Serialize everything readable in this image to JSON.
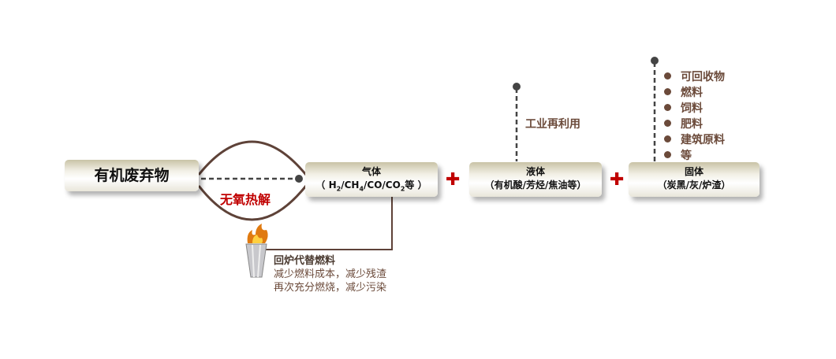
{
  "source": "有机废弃物",
  "process": "无氧热解",
  "gas": {
    "title": "气体",
    "detail_parts": [
      "（ H",
      "2",
      "/CH",
      "4",
      "/CO/CO",
      "2",
      "等 ）"
    ]
  },
  "liquid": {
    "title": "液体",
    "detail": "（有机酸/芳烃/焦油等）",
    "use": "工业再利用"
  },
  "solid": {
    "title": "固体",
    "detail": "（炭黑/灰/炉渣）",
    "uses": [
      "可回收物",
      "燃料",
      "饲料",
      "肥料",
      "建筑原料",
      "等"
    ]
  },
  "plus": "✚",
  "fuel": {
    "title": "回炉代替燃料",
    "lines": [
      "减少燃料成本，减少残渣",
      "再次充分燃烧，减少污染"
    ]
  },
  "colors": {
    "accent": "#c00000",
    "line": "#5c4033"
  }
}
